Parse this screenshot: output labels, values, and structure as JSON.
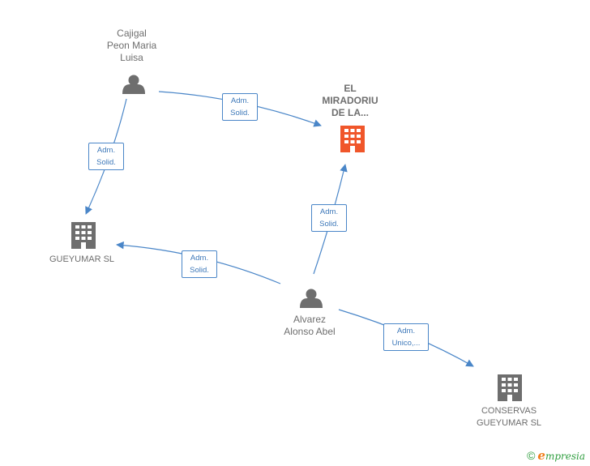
{
  "colors": {
    "edge": "#4a86c8",
    "person_icon": "#6e6e6e",
    "company_icon": "#6e6e6e",
    "company_main": "#f0562a"
  },
  "nodes": {
    "cajigal": {
      "label": "Cajigal\nPeon Maria\nLuisa",
      "type": "person",
      "icon": "person-icon"
    },
    "mirador": {
      "label": "EL\nMIRADORIU\nDE LA...",
      "type": "company-main",
      "icon": "building-icon"
    },
    "gueyumar": {
      "label": "GUEYUMAR  SL",
      "type": "company",
      "icon": "building-icon"
    },
    "alvarez": {
      "label": "Alvarez\nAlonso Abel",
      "type": "person",
      "icon": "person-icon"
    },
    "conservas": {
      "label": "CONSERVAS\nGUEYUMAR  SL",
      "type": "company",
      "icon": "building-icon"
    }
  },
  "edges": {
    "cajigal_mirador": {
      "label": "Adm.\nSolid."
    },
    "cajigal_gueyumar": {
      "label": "Adm.\nSolid."
    },
    "alvarez_mirador": {
      "label": "Adm.\nSolid."
    },
    "alvarez_gueyumar": {
      "label": "Adm.\nSolid."
    },
    "alvarez_conservas": {
      "label": "Adm.\nUnico,..."
    }
  },
  "footer": {
    "copyright": "©",
    "brand_first": "e",
    "brand_rest": "mpresia"
  }
}
